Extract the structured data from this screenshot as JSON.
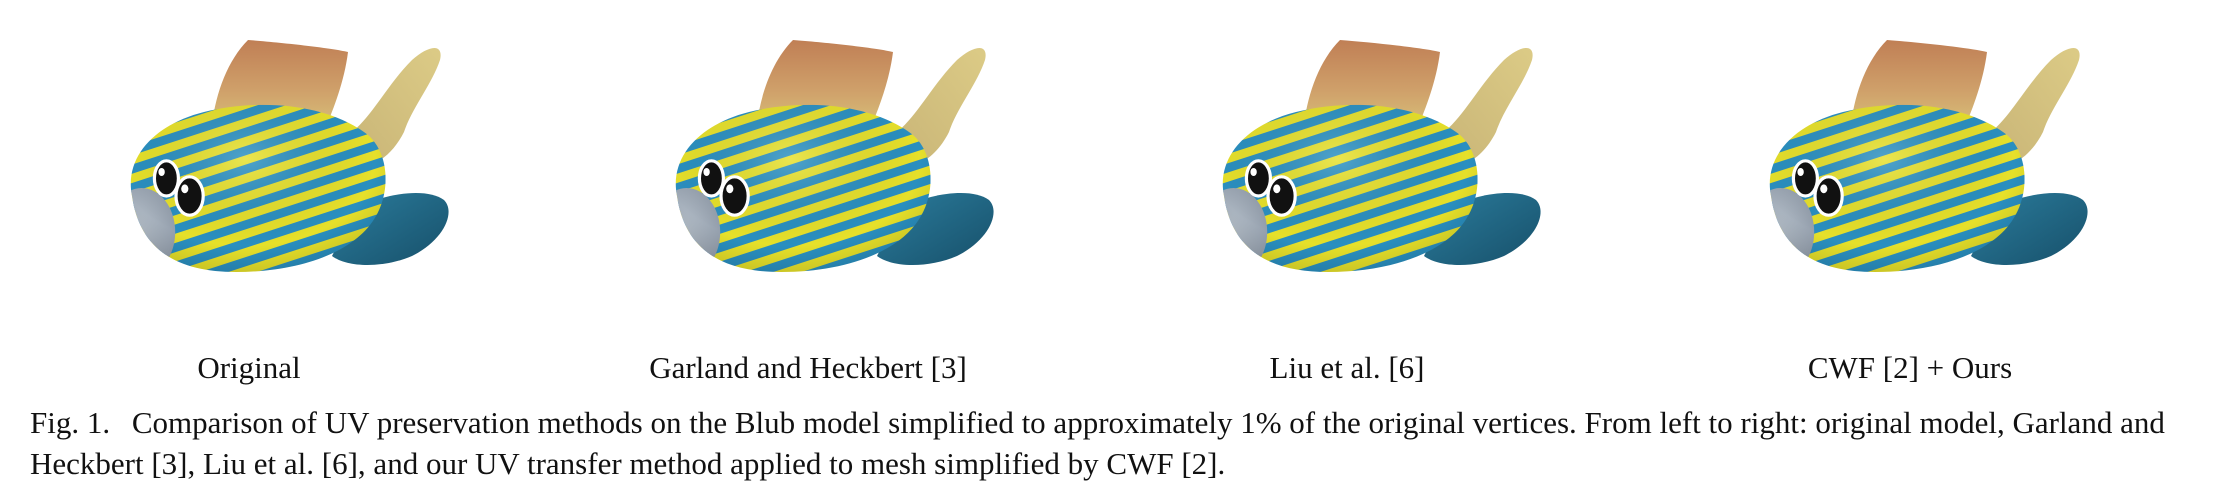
{
  "panels": [
    {
      "label": "Original"
    },
    {
      "label": "Garland and Heckbert [3]"
    },
    {
      "label": "Liu et al. [6]"
    },
    {
      "label": "CWF [2] + Ours"
    }
  ],
  "caption": {
    "figure_number": "Fig. 1.",
    "text": "Comparison of UV preservation methods on the Blub model simplified to approximately 1% of the original vertices. From left to right: original model, Garland and Heckbert [3], Liu et al. [6], and our UV transfer method applied to mesh simplified by CWF [2]."
  },
  "colors": {
    "stripe_blue": "#2a8fc0",
    "stripe_yellow": "#e6e02a",
    "fin_orange": "#c8946a",
    "fin_tan": "#d8c47a",
    "tail_teal": "#1f6f8f",
    "nose_grey": "#a8b4c0"
  }
}
